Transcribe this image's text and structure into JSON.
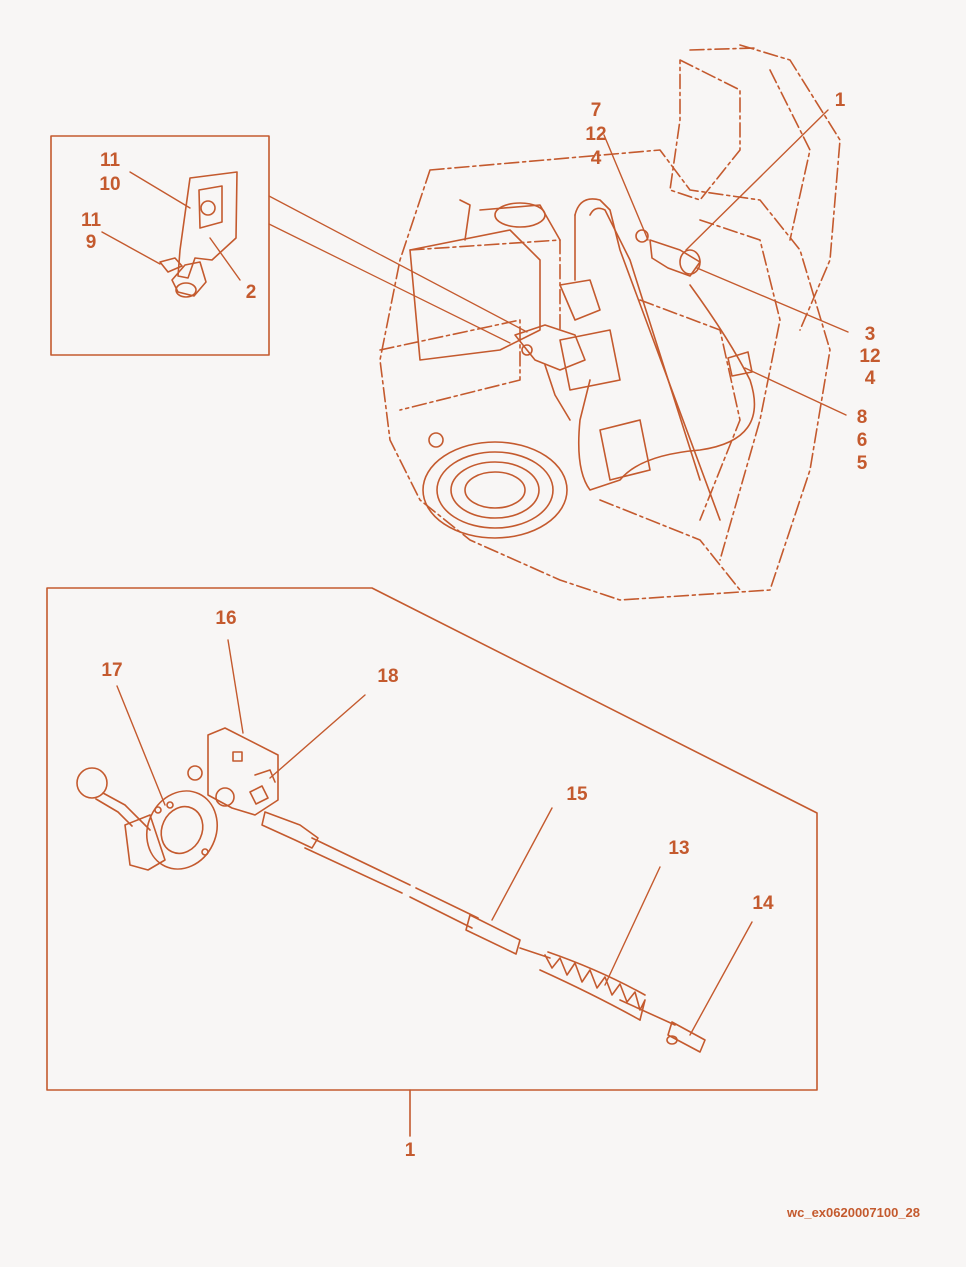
{
  "colors": {
    "line": "#c45a2e",
    "background": "#f8f6f5"
  },
  "callouts": {
    "c1_top": "1",
    "c7": "7",
    "c12a": "12",
    "c4a": "4",
    "c11a": "11",
    "c10": "10",
    "c11b": "11",
    "c9": "9",
    "c2": "2",
    "c3": "3",
    "c12b": "12",
    "c4b": "4",
    "c8": "8",
    "c6": "6",
    "c5": "5",
    "c16": "16",
    "c17": "17",
    "c18": "18",
    "c15": "15",
    "c13": "13",
    "c14": "14",
    "c1_bottom": "1"
  },
  "figure_id": "wc_ex0620007100_28"
}
